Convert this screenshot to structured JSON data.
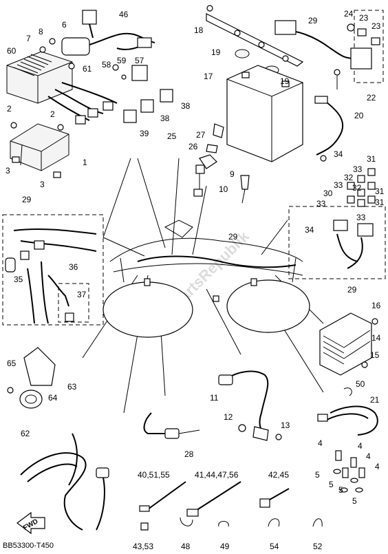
{
  "diagram": {
    "drawing_code": "BB53300-T450",
    "watermark": "PartsRepublik",
    "fwd_label": "FWD",
    "callouts": {
      "c1": "1",
      "c2a": "2",
      "c2b": "2",
      "c3a": "3",
      "c3b": "3",
      "c4a": "4",
      "c4b": "4",
      "c4c": "4",
      "c4d": "4",
      "c5a": "5",
      "c5b": "5",
      "c5c": "5",
      "c5d": "5",
      "c6": "6",
      "c7": "7",
      "c8": "8",
      "c9": "9",
      "c10": "10",
      "c11": "11",
      "c12": "12",
      "c13": "13",
      "c14": "14",
      "c15": "15",
      "c16": "16",
      "c17": "17",
      "c18": "18",
      "c19a": "19",
      "c19b": "19",
      "c20": "20",
      "c21": "21",
      "c22": "22",
      "c23a": "23",
      "c23b": "23",
      "c24": "24",
      "c25": "25",
      "c26": "26",
      "c27": "27",
      "c28": "28",
      "c29a": "29",
      "c29b": "29",
      "c29c": "29",
      "c29d": "29",
      "c30": "30",
      "c31a": "31",
      "c31b": "31",
      "c32a": "32",
      "c32b": "32",
      "c33a": "33",
      "c33b": "33",
      "c33c": "33",
      "c33d": "33",
      "c34a": "34",
      "c34b": "34",
      "c35": "35",
      "c36": "36",
      "c37": "37",
      "c38a": "38",
      "c38b": "38",
      "c39": "39",
      "c46": "46",
      "c49": "49",
      "c50": "50",
      "c52": "52",
      "c54": "54",
      "c57": "57",
      "c58": "58",
      "c59": "59",
      "c60": "60",
      "c61": "61",
      "c62": "62",
      "c63": "63",
      "c64": "64",
      "c65": "65",
      "c405155": "40,51,55",
      "c41444756": "41,44,47,56",
      "c4245": "42,45",
      "c4353": "43,53",
      "c48": "48"
    }
  }
}
